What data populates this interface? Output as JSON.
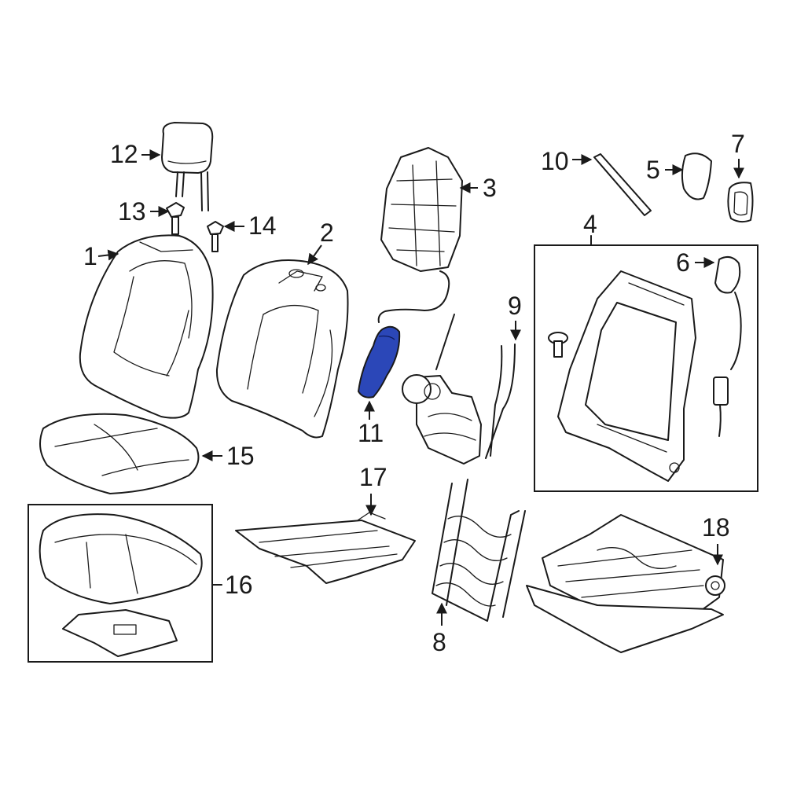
{
  "highlight_color": "#2b47b8",
  "callouts": {
    "c1": "1",
    "c2": "2",
    "c3": "3",
    "c4": "4",
    "c5": "5",
    "c6": "6",
    "c7": "7",
    "c8": "8",
    "c9": "9",
    "c10": "10",
    "c11": "11",
    "c12": "12",
    "c13": "13",
    "c14": "14",
    "c15": "15",
    "c16": "16",
    "c17": "17",
    "c18": "18"
  },
  "highlighted_part": "11"
}
